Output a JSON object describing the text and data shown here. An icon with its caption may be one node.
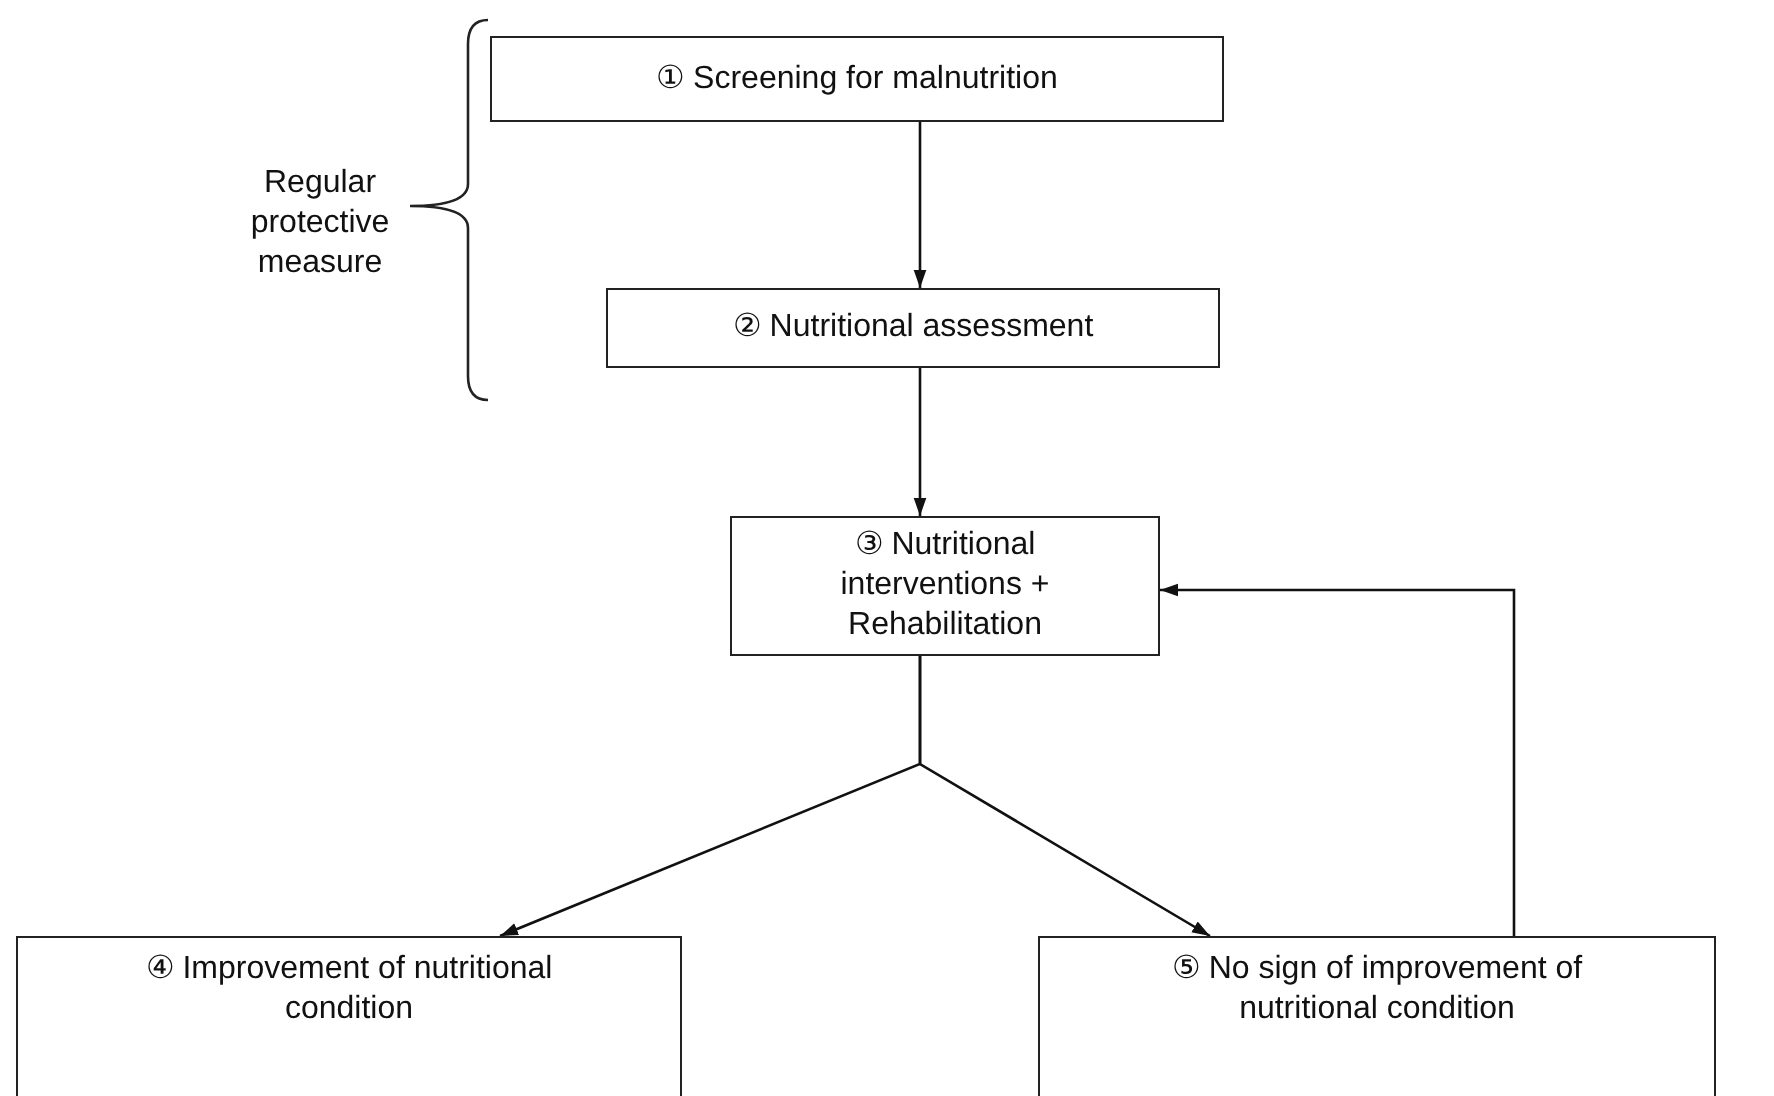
{
  "diagram": {
    "nodes": [
      {
        "text": [
          "① Screening for malnutrition"
        ]
      },
      {
        "text": [
          "② Nutritional assessment"
        ]
      },
      {
        "text": [
          "③ Nutritional interventions + Rehabilitation"
        ]
      },
      {
        "text": [
          "④ Improvement of nutritional condition"
        ]
      },
      {
        "text": [
          "⑤ No sign of improvement of nutritional condition"
        ]
      }
    ],
    "edges": [
      {
        "from": 0,
        "to": 1,
        "arrow": "to"
      },
      {
        "from": 1,
        "to": 2,
        "arrow": "to"
      },
      {
        "from": 2,
        "to": 3,
        "arrow": "to"
      },
      {
        "from": 2,
        "to": 4,
        "arrow": "to"
      },
      {
        "from": 4,
        "to": 2,
        "arrow": "to"
      }
    ],
    "labels": [
      "Regular protective measure"
    ]
  }
}
